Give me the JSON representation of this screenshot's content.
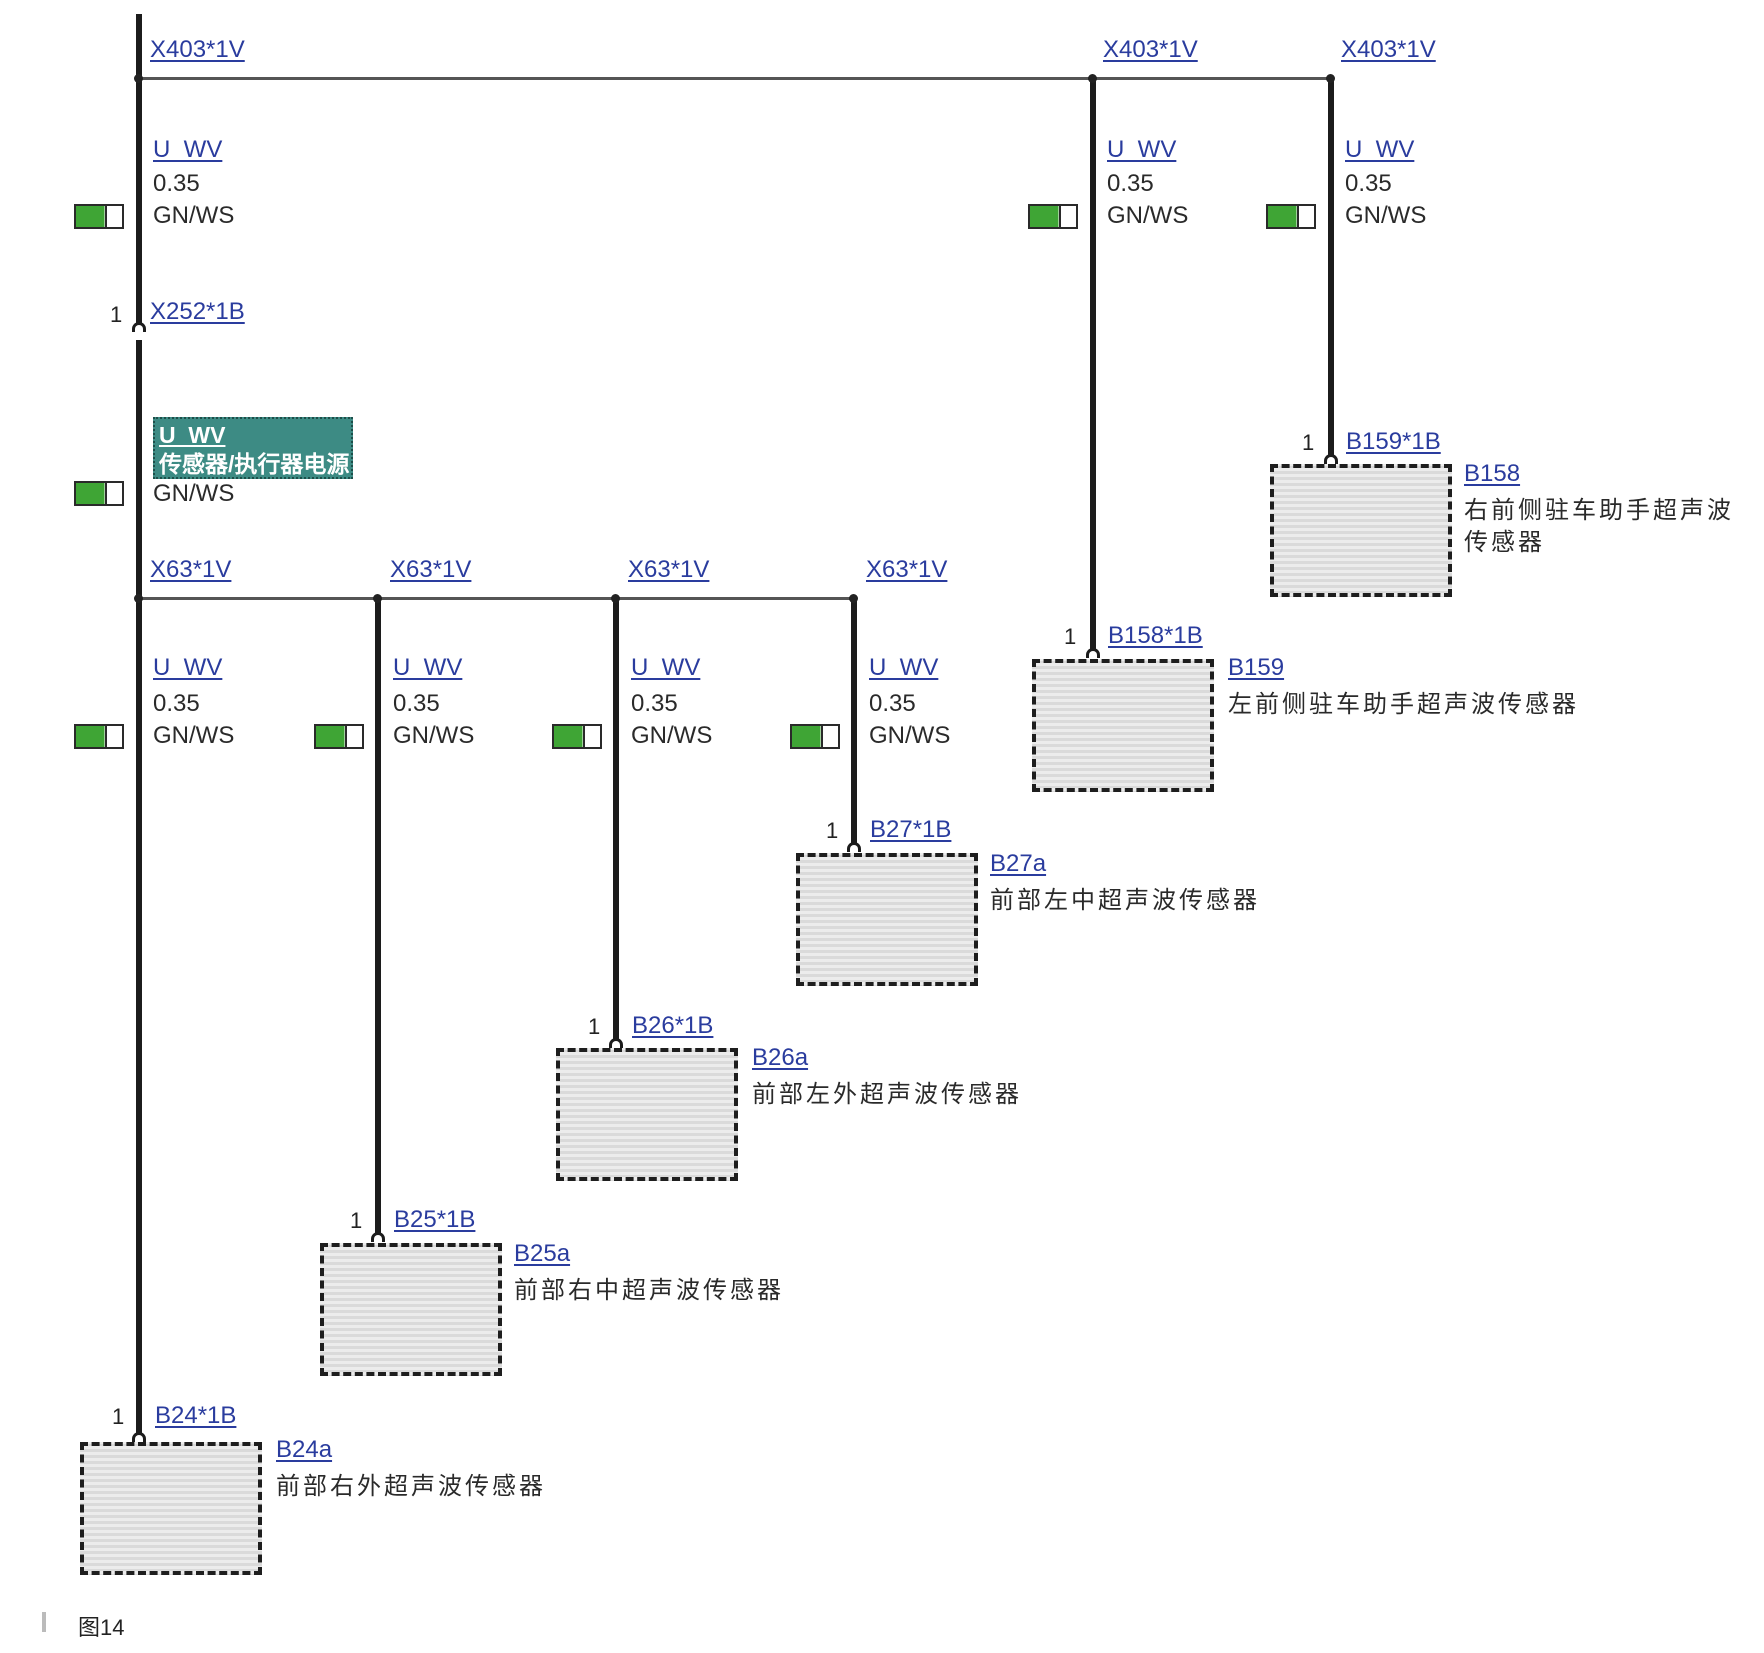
{
  "caption": "图14",
  "colors": {
    "wire": "#1c1c1c",
    "link_text": "#2a3c9e",
    "swatch_green": "#3fa535",
    "highlight_bg": "#3d8b84"
  },
  "top_bus": {
    "connectors": [
      "X403*1V",
      "X403*1V",
      "X403*1V"
    ]
  },
  "mid_bus": {
    "connectors": [
      "X63*1V",
      "X63*1V",
      "X63*1V",
      "X63*1V"
    ]
  },
  "main_wire": {
    "signal": "U_WV",
    "size": "0.35",
    "color_code": "GN/WS",
    "mid_connector": "X252*1B",
    "mid_pin": "1",
    "highlight_signal": "U_WV",
    "highlight_desc": "传感器/执行器电源",
    "highlight_color_code": "GN/WS"
  },
  "branches": [
    {
      "signal": "U_WV",
      "size": "0.35",
      "color_code": "GN/WS",
      "pin": "1",
      "connector": "B24*1B",
      "component": "B24a",
      "description": "前部右外超声波传感器"
    },
    {
      "signal": "U_WV",
      "size": "0.35",
      "color_code": "GN/WS",
      "pin": "1",
      "connector": "B25*1B",
      "component": "B25a",
      "description": "前部右中超声波传感器"
    },
    {
      "signal": "U_WV",
      "size": "0.35",
      "color_code": "GN/WS",
      "pin": "1",
      "connector": "B26*1B",
      "component": "B26a",
      "description": "前部左外超声波传感器"
    },
    {
      "signal": "U_WV",
      "size": "0.35",
      "color_code": "GN/WS",
      "pin": "1",
      "connector": "B27*1B",
      "component": "B27a",
      "description": "前部左中超声波传感器"
    },
    {
      "signal": "U_WV",
      "size": "0.35",
      "color_code": "GN/WS",
      "pin": "1",
      "connector": "B158*1B",
      "component": "B159",
      "description": "左前侧驻车助手超声波传感器"
    },
    {
      "signal": "U_WV",
      "size": "0.35",
      "color_code": "GN/WS",
      "pin": "1",
      "connector": "B159*1B",
      "component": "B158",
      "description_line1": "右前侧驻车助手超声波",
      "description_line2": "传感器"
    }
  ]
}
